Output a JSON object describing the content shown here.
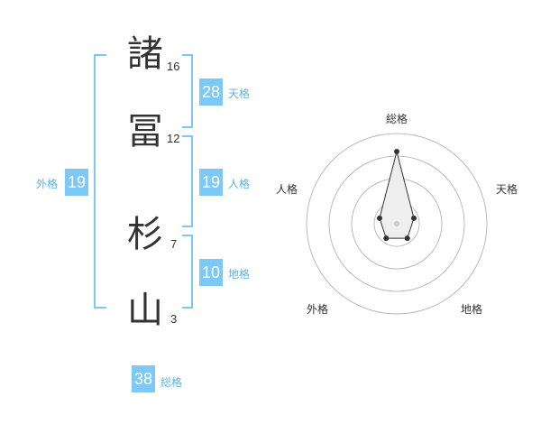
{
  "name_chars": [
    {
      "char": "諸",
      "strokes": "16"
    },
    {
      "char": "冨",
      "strokes": "12"
    },
    {
      "char": "杉",
      "strokes": "7"
    },
    {
      "char": "山",
      "strokes": "3"
    }
  ],
  "scores": {
    "tenkaku": {
      "value": "28",
      "label": "天格"
    },
    "jinkaku": {
      "value": "19",
      "label": "人格"
    },
    "chikaku": {
      "value": "10",
      "label": "地格"
    },
    "gaikaku": {
      "value": "19",
      "label": "外格"
    },
    "soukaku": {
      "value": "38",
      "label": "総格"
    }
  },
  "radar": {
    "axes": [
      "総格",
      "天格",
      "地格",
      "外格",
      "人格"
    ],
    "rings": 4,
    "levels": [
      4,
      1,
      1,
      1,
      1
    ],
    "max_level": 5,
    "colors": {
      "ring": "#bbbbbb",
      "fill": "#eeeeee",
      "line": "#333333",
      "center": "#cccccc"
    }
  }
}
